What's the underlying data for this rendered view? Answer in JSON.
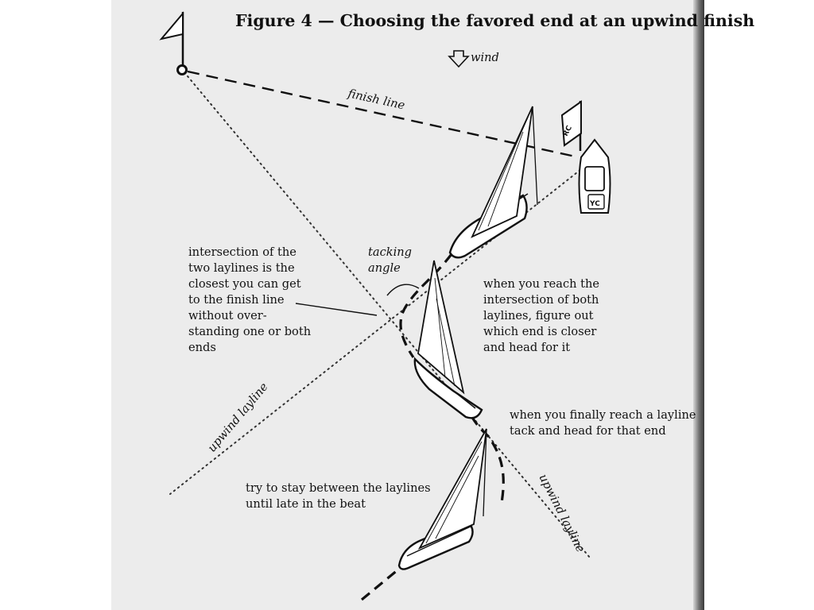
{
  "figure": {
    "title": "Figure 4 — Choosing the favored end at an upwind finish",
    "wind_label": "wind",
    "finish_line_label": "finish line",
    "tacking_angle_label": [
      "tacking",
      "angle"
    ],
    "upwind_layline_label": "upwind layline",
    "committee_flag_text": "RC",
    "committee_boat_text": "YC",
    "note_intersection": [
      "intersection of the",
      "two laylines is the",
      "closest you can get",
      "to the finish line",
      "without over-",
      "standing one or both",
      "ends"
    ],
    "note_reach_intersection": [
      "when you reach the",
      "intersection of both",
      "laylines, figure out",
      "which end is closer",
      "and head for it"
    ],
    "note_reach_layline": [
      "when you finally reach a layline",
      "tack and head for that end"
    ],
    "note_stay_between": [
      "try to stay between the laylines",
      "until late in the beat"
    ]
  }
}
